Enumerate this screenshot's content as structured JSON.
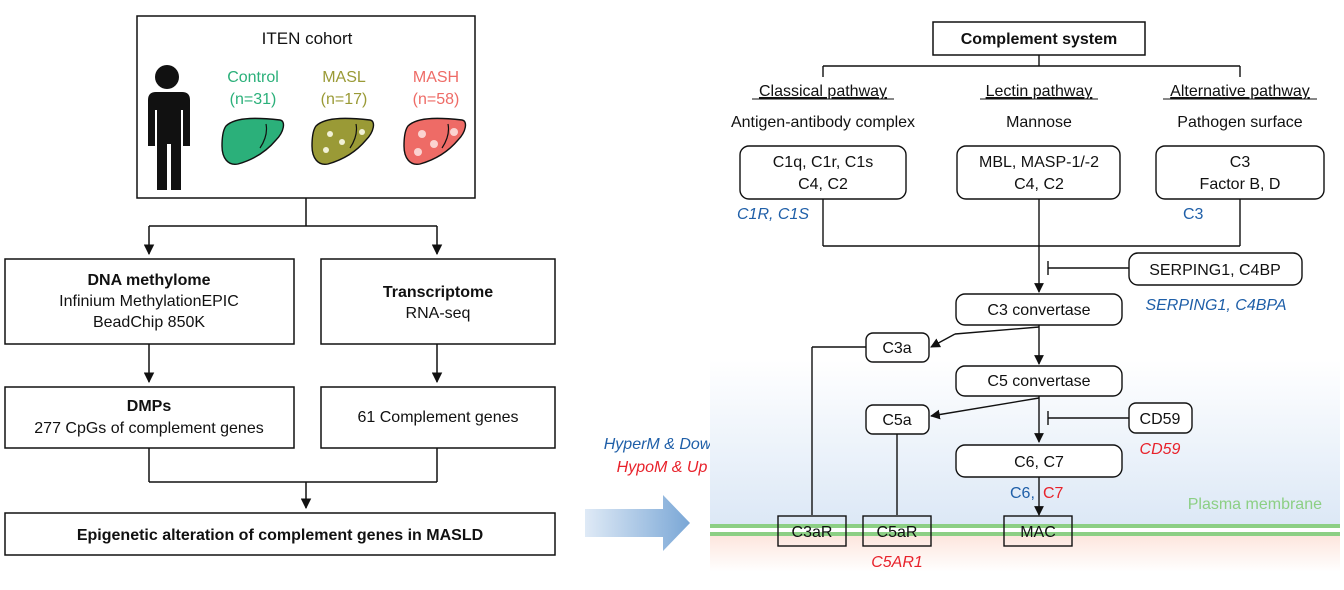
{
  "colors": {
    "control": "#2bb07a",
    "masl": "#9a9a36",
    "mash": "#ee6b66",
    "blue_gene": "#1f5fa8",
    "red_gene": "#e8222b",
    "plasma_membrane": "#8ccf84"
  },
  "icons": {
    "person": "person-silhouette-icon",
    "livers": [
      "control-liver-icon",
      "masl-liver-icon",
      "mash-liver-icon"
    ],
    "arrow": "right-arrow-icon"
  },
  "left": {
    "cohort_title": "ITEN cohort",
    "groups": [
      {
        "name": "Control",
        "n": "(n=31)"
      },
      {
        "name": "MASL",
        "n": "(n=17)"
      },
      {
        "name": "MASH",
        "n": "(n=58)"
      }
    ],
    "methylome": {
      "title": "DNA methylome",
      "line1": "Infinium MethylationEPIC",
      "line2": "BeadChip 850K"
    },
    "transcriptome": {
      "title": "Transcriptome",
      "line1": "RNA-seq"
    },
    "dmps": {
      "title": "DMPs",
      "line1": "277 CpGs of complement genes"
    },
    "complement_genes": {
      "line1": "61 Complement genes"
    },
    "conclusion": "Epigenetic alteration of complement genes in MASLD"
  },
  "legend": {
    "hyper": "HyperM & Down",
    "hypo": "HypoM & Up"
  },
  "right": {
    "title": "Complement system",
    "pathways": [
      {
        "name": "Classical pathway",
        "trigger": "Antigen-antibody complex",
        "box1": "C1q, C1r, C1s",
        "box2": "C4, C2",
        "genes": "C1R, C1S"
      },
      {
        "name": "Lectin pathway",
        "trigger": "Mannose",
        "box1": "MBL, MASP-1/-2",
        "box2": "C4, C2"
      },
      {
        "name": "Alternative pathway",
        "trigger": "Pathogen surface",
        "box1": "C3",
        "box2": "Factor B, D",
        "genes": "C3"
      }
    ],
    "inhibitor1": {
      "label": "SERPING1, C4BP",
      "genes": "SERPING1, C4BPA"
    },
    "c3_convertase": "C3 convertase",
    "c3a": "C3a",
    "c5_convertase": "C5 convertase",
    "c5a": "C5a",
    "inhibitor2": {
      "label": "CD59",
      "genes": "CD59"
    },
    "c6c7": "C6, C7",
    "c6c7_genes": {
      "c6": "C6,",
      "c7": "C7"
    },
    "receptors": {
      "c3ar": "C3aR",
      "c5ar": "C5aR",
      "mac": "MAC"
    },
    "c5ar_gene": "C5AR1",
    "membrane_label": "Plasma membrane"
  }
}
